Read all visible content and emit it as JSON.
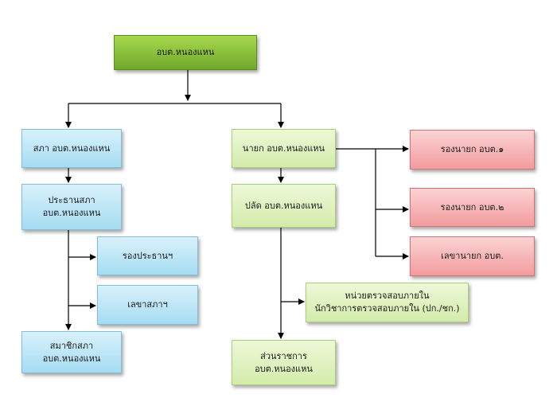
{
  "root": "อบต.หนองแหน",
  "council": {
    "head": "สภา อบต.หนองแหน",
    "chairman": [
      "ประธานสภา",
      "อบต.หนองแหน"
    ],
    "vice_chairman": "รองประธานฯ",
    "secretary": "เลขาสภาฯ",
    "members": [
      "สมาชิกสภา",
      "อบต.หนองแหน"
    ]
  },
  "executive": {
    "mayor": "นายก อบต.หนองแหน",
    "deputy_1": "รองนายก อบต.๑",
    "deputy_2": "รองนายก อบต.๒",
    "secretary": "เลขานายก อบต.",
    "clerk": "ปลัด อบต.หนองแหน",
    "audit": [
      "หน่วยตรวจสอบภายใน",
      "นักวิชาการตรวจสอบภายใน (ปก./ชก.)"
    ],
    "departments": [
      "ส่วนราชการ",
      "อบต.หนองแหน"
    ]
  },
  "colors": {
    "root": "#8cc63f",
    "council": "#b8e4f6",
    "executive": "#e1f1c3",
    "deputies": "#f6b4b6",
    "lines": "#000000"
  }
}
